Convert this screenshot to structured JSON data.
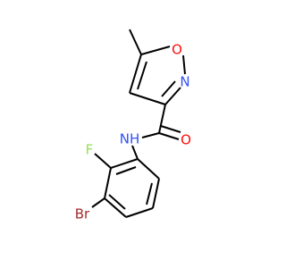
{
  "molecule": {
    "atoms": {
      "O": {
        "text": "O",
        "color": "#ff0d0d"
      },
      "N_ring": {
        "text": "N",
        "color": "#3050f8"
      },
      "O_carbonyl": {
        "text": "O",
        "color": "#ff0d0d"
      },
      "NH": {
        "text": "NH",
        "color": "#3050f8"
      },
      "F": {
        "text": "F",
        "color": "#90e050"
      },
      "Br": {
        "text": "Br",
        "color": "#a62929"
      }
    },
    "colors": {
      "bond": "#000000",
      "background": "#ffffff"
    }
  }
}
